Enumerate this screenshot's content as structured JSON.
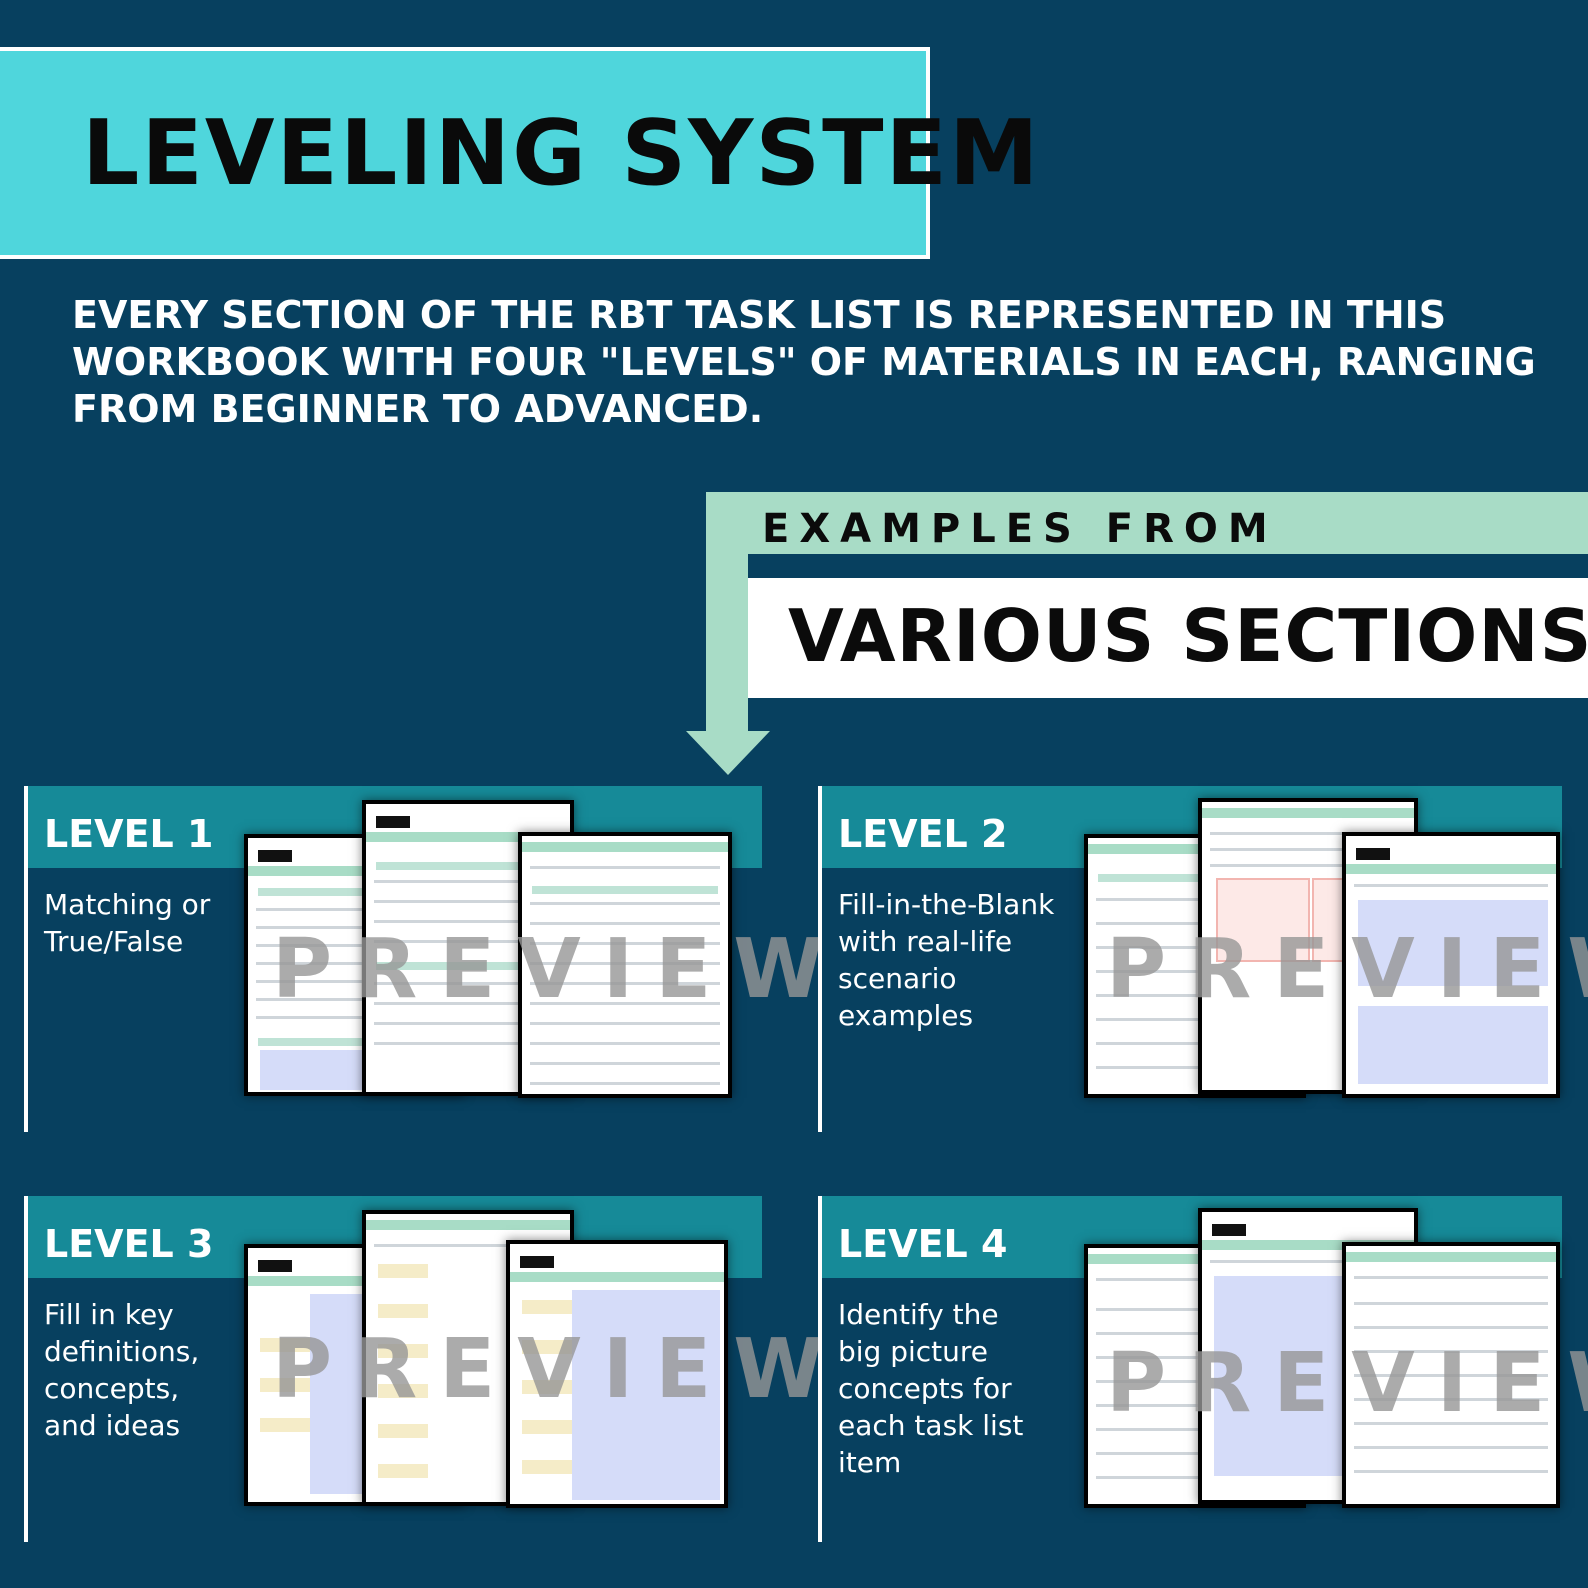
{
  "header": {
    "title": "LEVELING SYSTEM",
    "intro": "EVERY SECTION OF THE RBT TASK LIST IS REPRESENTED IN THIS WORKBOOK WITH FOUR \"LEVELS\" OF MATERIALS IN EACH, RANGING FROM BEGINNER TO ADVANCED."
  },
  "examples": {
    "line1": "EXAMPLES FROM",
    "line2": "VARIOUS SECTIONS"
  },
  "levels": [
    {
      "title": "LEVEL 1",
      "description": "Matching or True/False"
    },
    {
      "title": "LEVEL 2",
      "description": "Fill-in-the-Blank with real-life scenario examples"
    },
    {
      "title": "LEVEL 3",
      "description": "Fill in key definitions, concepts, and ideas"
    },
    {
      "title": "LEVEL 4",
      "description": "Identify the big picture concepts for each task list item"
    }
  ],
  "watermark": "PREVIEW",
  "colors": {
    "background": "#07405f",
    "title_banner": "#4fd6dc",
    "mint": "#a8dcc6",
    "level_band": "#168a98"
  }
}
